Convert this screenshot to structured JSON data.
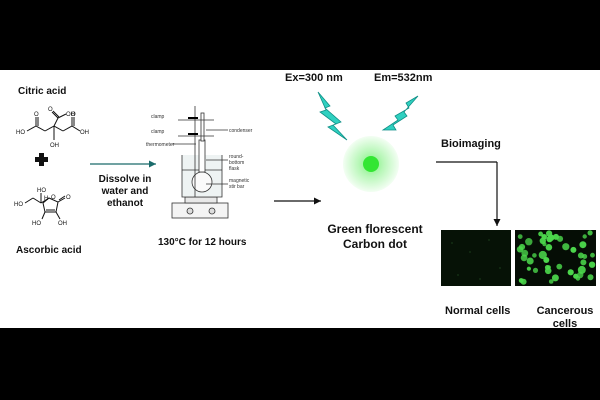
{
  "reagents": {
    "citric_acid": "Citric acid",
    "ascorbic_acid": "Ascorbic acid",
    "ca_atoms": {
      "ho_left": "HO",
      "o_top": "O",
      "oh_top": "OH",
      "oh_right": "OH",
      "oh_bottom": "OH",
      "o_left": "O",
      "o_right": "O"
    },
    "aa_atoms": {
      "ho_top": "HO",
      "ho_left": "HO",
      "h": "H",
      "o_ring": "O",
      "o_keto": "O",
      "ho_bottom": "HO",
      "oh_bottom": "OH"
    }
  },
  "step1": {
    "line1": "Dissolve in",
    "line2": "water and",
    "line3": "ethanot"
  },
  "apparatus": {
    "clamp_top": "clamp",
    "clamp_mid": "clamp",
    "thermometer": "thermometer",
    "condenser": "condenser",
    "flask_1": "round-",
    "flask_2": "bottom",
    "flask_3": "flask",
    "magnetic_1": "magnetic",
    "magnetic_2": "stir bar"
  },
  "condition": "130°C for 12 hours",
  "excitation": "Ex=300 nm",
  "emission": "Em=532nm",
  "product": {
    "line1": "Green florescent",
    "line2": "Carbon dot"
  },
  "bioimaging": "Bioimaging",
  "cells": {
    "normal": "Normal cells",
    "cancer_line1": "Cancerous",
    "cancer_line2": "cells"
  },
  "colors": {
    "arrow": "#1a6b6b",
    "lightning": "#2fd0c0",
    "dot_green": "#33e633",
    "cell_green": "#4cd94c"
  }
}
